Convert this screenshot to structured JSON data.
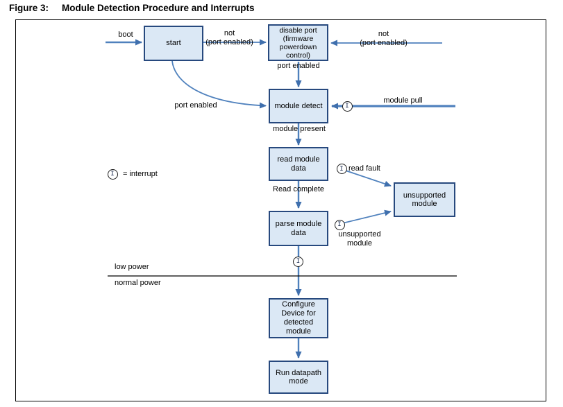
{
  "title": {
    "figure_label": "Figure 3:",
    "text": "Module Detection Procedure and Interrupts"
  },
  "legend": {
    "symbol": "I",
    "text": "= interrupt"
  },
  "nodes": {
    "start": "start",
    "disable_port": "disable port\n(firmware\npowerdown\ncontrol)",
    "module_detect": "module detect",
    "read_module_data": "read module\ndata",
    "parse_module_data": "parse module\ndata",
    "unsupported_module": "unsupported\nmodule",
    "configure_device": "Configure\nDevice for\ndetected\nmodule",
    "run_datapath": "Run datapath\nmode"
  },
  "edge_labels": {
    "boot": "boot",
    "not_port_enabled_left": "not\n(port enabled)",
    "not_port_enabled_right": "not\n(port enabled)",
    "port_enabled_top": "port enabled",
    "port_enabled_curve": "port enabled",
    "module_pull": "module pull",
    "module_present": "module present",
    "read_fault": "read fault",
    "read_complete": "Read complete",
    "unsupported_module": "unsupported\nmodule",
    "low_power": "low power",
    "normal_power": "normal power"
  },
  "colors": {
    "node_fill": "#dbe8f5",
    "node_border": "#27497e",
    "connector_blue": "#4f81bd",
    "arrowhead_blue": "#3f6fad",
    "divider_black": "#000000"
  }
}
